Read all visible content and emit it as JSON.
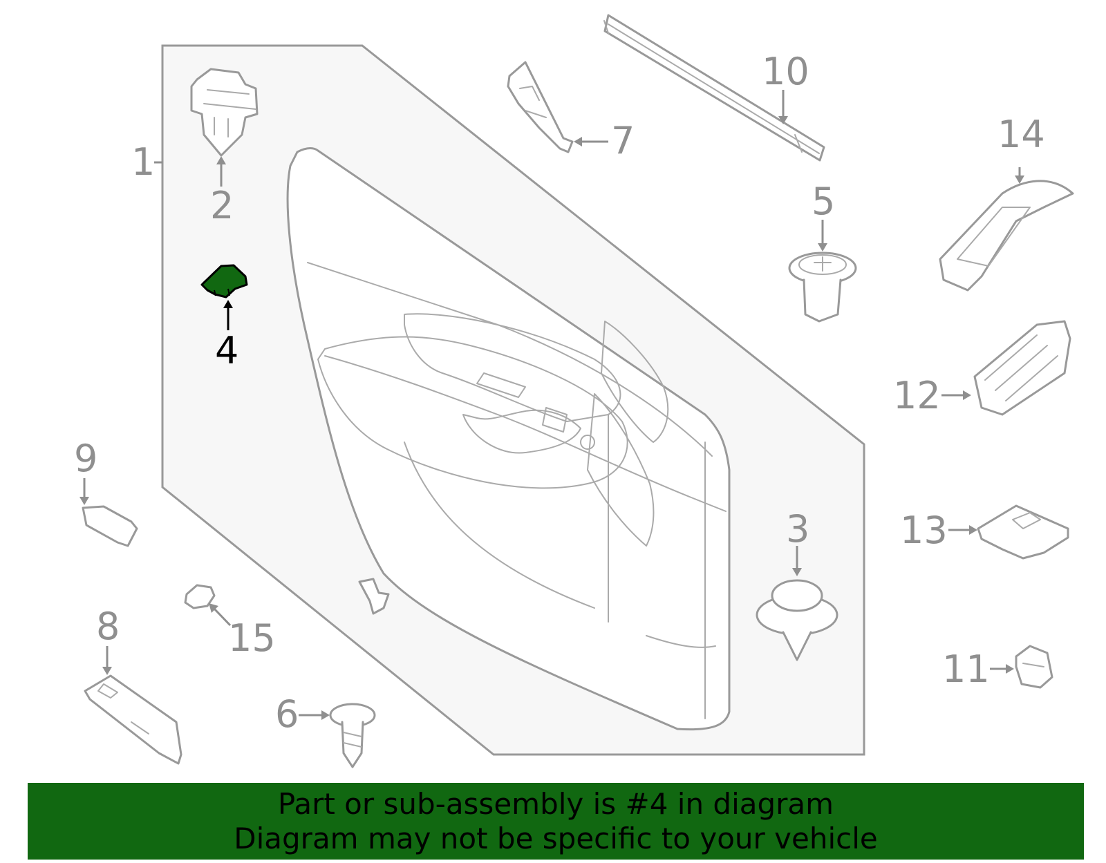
{
  "diagram": {
    "highlighted_part": "4",
    "highlight_color": "#116811",
    "line_color": "#999999",
    "callouts": [
      {
        "id": "c1",
        "label": "1"
      },
      {
        "id": "c2",
        "label": "2"
      },
      {
        "id": "c3",
        "label": "3"
      },
      {
        "id": "c4",
        "label": "4"
      },
      {
        "id": "c5",
        "label": "5"
      },
      {
        "id": "c6",
        "label": "6"
      },
      {
        "id": "c7",
        "label": "7"
      },
      {
        "id": "c8",
        "label": "8"
      },
      {
        "id": "c9",
        "label": "9"
      },
      {
        "id": "c10",
        "label": "10"
      },
      {
        "id": "c11",
        "label": "11"
      },
      {
        "id": "c12",
        "label": "12"
      },
      {
        "id": "c13",
        "label": "13"
      },
      {
        "id": "c14",
        "label": "14"
      },
      {
        "id": "c15",
        "label": "15"
      }
    ]
  },
  "banner": {
    "line1": "Part or sub-assembly is #4 in diagram",
    "line2": "Diagram may not be specific to your vehicle",
    "background": "#116811"
  }
}
